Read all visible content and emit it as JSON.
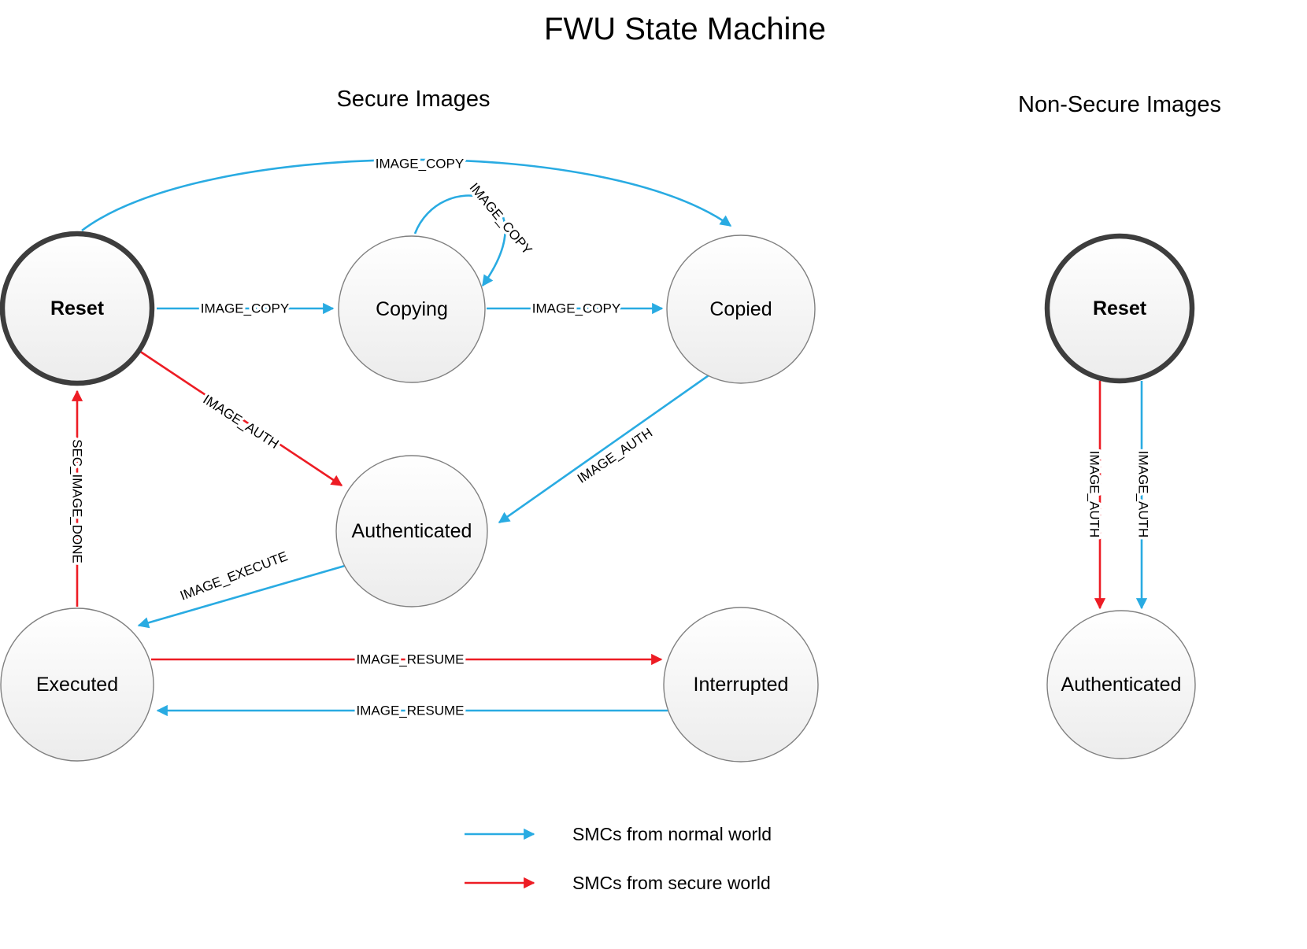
{
  "title": "FWU State Machine",
  "sections": {
    "secure": "Secure Images",
    "non_secure": "Non-Secure Images"
  },
  "colors": {
    "normal_world": "#29ABE2",
    "secure_world": "#ED1C24",
    "node_border": "#808080",
    "reset_border": "#3d3d3d"
  },
  "nodes": {
    "reset_secure": {
      "label": "Reset"
    },
    "copying": {
      "label": "Copying"
    },
    "copied": {
      "label": "Copied"
    },
    "authenticated_secure": {
      "label": "Authenticated"
    },
    "executed": {
      "label": "Executed"
    },
    "interrupted": {
      "label": "Interrupted"
    },
    "reset_non_secure": {
      "label": "Reset"
    },
    "authenticated_non_secure": {
      "label": "Authenticated"
    }
  },
  "edges": {
    "reset_to_copied_arc": {
      "label": "IMAGE_COPY",
      "from": "Reset",
      "to": "Copied",
      "world": "normal"
    },
    "copying_self_loop": {
      "label": "IMAGE_COPY",
      "from": "Copying",
      "to": "Copying",
      "world": "normal"
    },
    "reset_to_copying": {
      "label": "IMAGE_COPY",
      "from": "Reset",
      "to": "Copying",
      "world": "normal"
    },
    "copying_to_copied": {
      "label": "IMAGE_COPY",
      "from": "Copying",
      "to": "Copied",
      "world": "normal"
    },
    "copied_to_authenticated": {
      "label": "IMAGE_AUTH",
      "from": "Copied",
      "to": "Authenticated",
      "world": "normal"
    },
    "reset_to_authenticated": {
      "label": "IMAGE_AUTH",
      "from": "Reset",
      "to": "Authenticated",
      "world": "secure"
    },
    "authenticated_to_executed": {
      "label": "IMAGE_EXECUTE",
      "from": "Authenticated",
      "to": "Executed",
      "world": "normal"
    },
    "executed_to_reset": {
      "label": "SEC_IMAGE_DONE",
      "from": "Executed",
      "to": "Reset",
      "world": "secure"
    },
    "executed_to_interrupted": {
      "label": "IMAGE_RESUME",
      "from": "Executed",
      "to": "Interrupted",
      "world": "secure"
    },
    "interrupted_to_executed": {
      "label": "IMAGE_RESUME",
      "from": "Interrupted",
      "to": "Executed",
      "world": "normal"
    },
    "ns_reset_to_authenticated_secure": {
      "label": "IMAGE_AUTH",
      "from": "Reset",
      "to": "Authenticated",
      "world": "secure"
    },
    "ns_reset_to_authenticated_normal": {
      "label": "IMAGE_AUTH",
      "from": "Reset",
      "to": "Authenticated",
      "world": "normal"
    }
  },
  "legend": {
    "normal_world": "SMCs from normal world",
    "secure_world": "SMCs from secure world"
  }
}
